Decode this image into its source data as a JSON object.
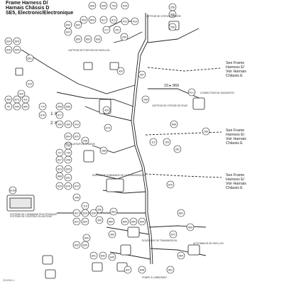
{
  "title_lines": [
    "Frame Harness D/",
    "Harnais Châssis D",
    "SE5, Electronic/Electronique"
  ],
  "side_notes": [
    {
      "lines": [
        "See Frame",
        "Harness E/",
        "Voir Harnais",
        "Châssis E"
      ]
    },
    {
      "lines": [
        "See Frame",
        "Harness E/",
        "Voir Harnais",
        "Châssis E"
      ]
    },
    {
      "lines": [
        "See Frame",
        "Harness E/",
        "Voir Harnais",
        "Châssis E"
      ]
    }
  ],
  "size_marks": [
    "1 X",
    "2 X"
  ],
  "length_callout": "10 ▸ 969",
  "figure_ref": "2010001-1",
  "callouts": [
    "846",
    "605",
    "793",
    "934",
    "256",
    "836",
    "653",
    "893",
    "817",
    "813",
    "412",
    "419",
    "271",
    "251",
    "253",
    "256",
    "834",
    "605",
    "834",
    "604",
    "DEL",
    "602",
    "602",
    "603",
    "850",
    "853",
    "836",
    "410",
    "420",
    "DLC",
    "420",
    "257",
    "208",
    "420",
    "846",
    "269",
    "454",
    "873",
    "411",
    "X0",
    "X55",
    "800",
    "770",
    "608",
    "666",
    "676",
    "677",
    "105",
    "300",
    "300",
    "X41",
    "112",
    "874",
    "261",
    "804",
    "870",
    "258",
    "268",
    "749",
    "727",
    "734",
    "827",
    "208",
    "823",
    "826",
    "868",
    "831",
    "829",
    "875",
    "874",
    "ECM",
    "208",
    "113",
    "306",
    "833",
    "305",
    "360",
    "827",
    "818",
    "839",
    "821",
    "829",
    "860",
    "860",
    "605",
    "839",
    "840",
    "839",
    "839",
    "841",
    "842",
    "845",
    "847",
    "848",
    "851",
    "854",
    "859",
    "861",
    "870",
    "872"
  ],
  "component_captions": [
    "SYSTÈME DE COMMANDE ÉLECTRONIQUE",
    "CAPTEUR DE VITESSE ARRIÈRE",
    "CAPTEUR DE POSITION DE PAPILLON",
    "CONNECTEUR DE DIAGNOSTIC",
    "CAPTEUR DE VITESSE DE ROUE",
    "RÉGULATEUR DE TENSION",
    "MODULE DE COMMANDE DE LA TRANSMISSION",
    "SYSTÈME DE CONTRÔLE DU MOTEUR",
    "ACTIONNEUR DE PAPILLON",
    "SOLÉNOÏDE DE TRANSMISSION",
    "POMPE À CARBURANT"
  ]
}
